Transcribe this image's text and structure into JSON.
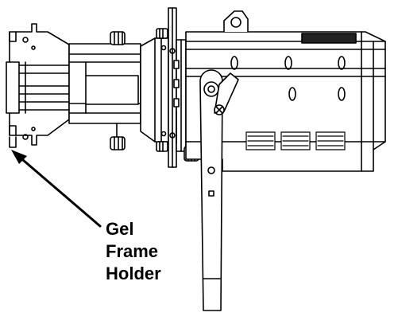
{
  "diagram": {
    "callout": {
      "lines": [
        "Gel",
        "Frame",
        "Holder"
      ]
    },
    "colors": {
      "stroke": "#000000",
      "background": "#ffffff",
      "dark_fill": "#222222"
    }
  }
}
